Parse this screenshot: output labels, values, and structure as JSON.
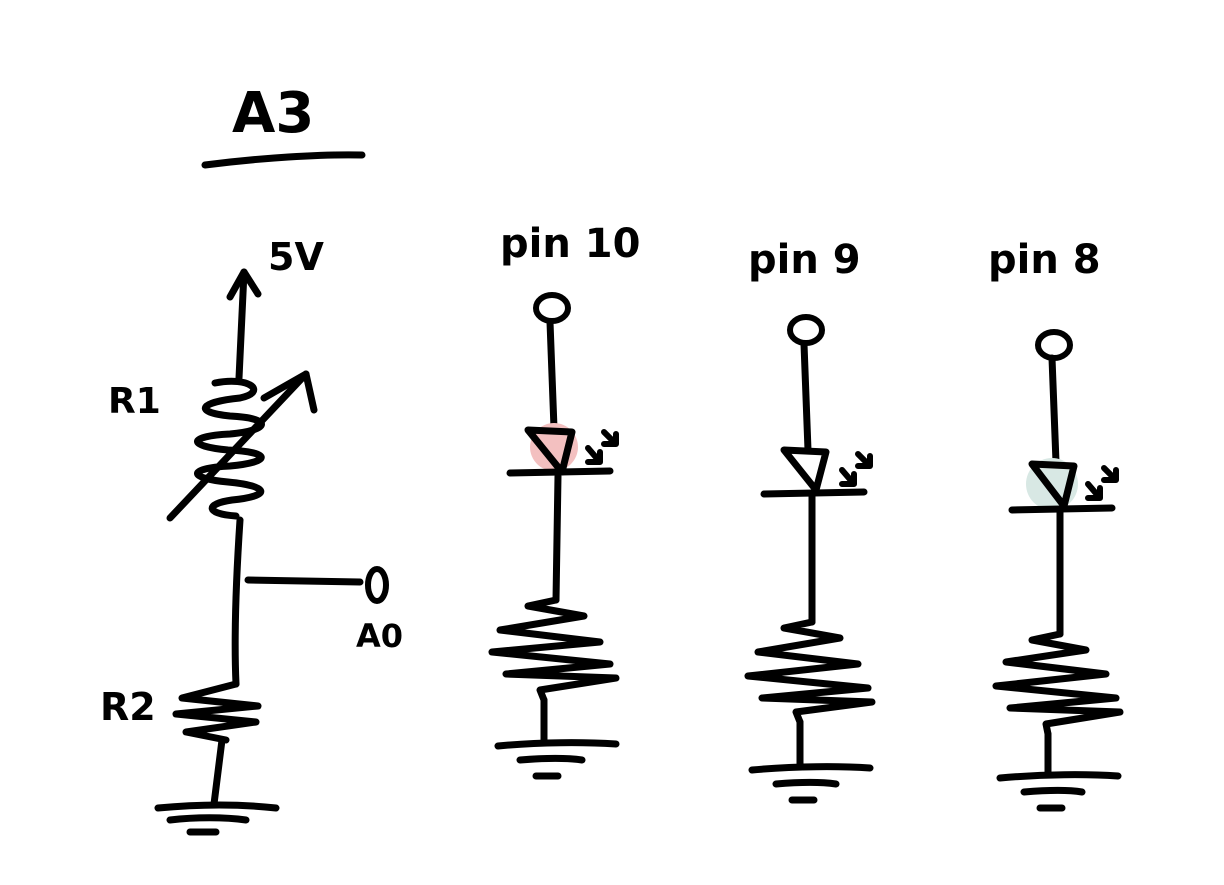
{
  "title": "A3",
  "labels": {
    "supply": "5V",
    "r1": "R1",
    "r2": "R2",
    "analog_pin": "A0"
  },
  "led_circuits": [
    {
      "pin_label": "pin 10",
      "led_fill": "#f3c0c0"
    },
    {
      "pin_label": "pin 9",
      "led_fill": "#ffffff"
    },
    {
      "pin_label": "pin 8",
      "led_fill": "#d8e8e4"
    }
  ],
  "colors": {
    "ink": "#000000",
    "background": "#ffffff"
  }
}
